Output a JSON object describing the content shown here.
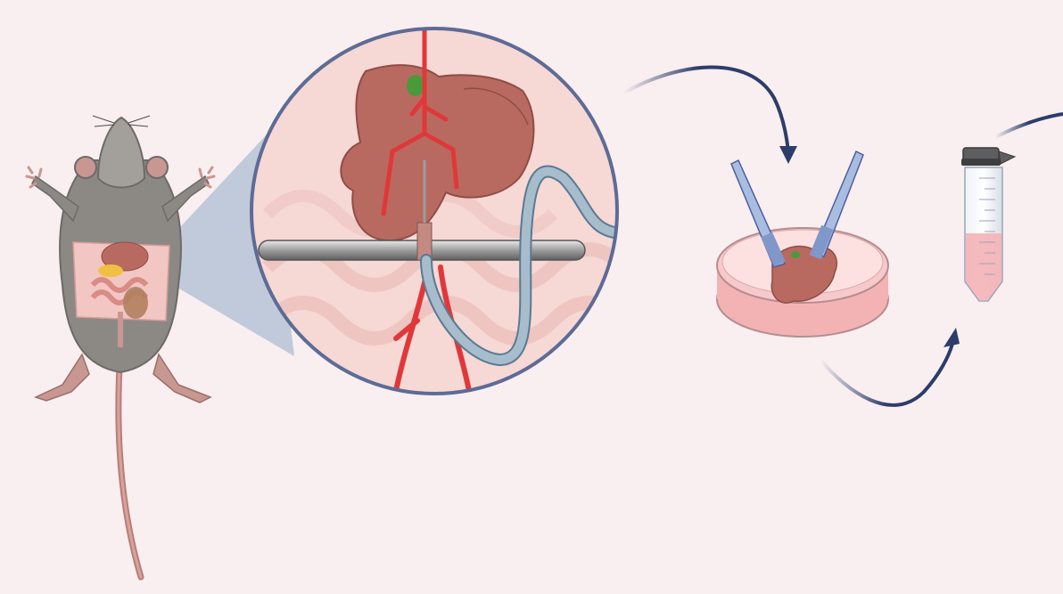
{
  "figure": {
    "panels": [
      {
        "name": "mouse-dissection"
      },
      {
        "name": "liver-perfusion-magnified"
      },
      {
        "name": "tissue-mincing-dish"
      },
      {
        "name": "collection-tube"
      }
    ]
  },
  "colors": {
    "background": "#f9eef0",
    "mouse_fur": "#8c8985",
    "liver": "#b96a60",
    "artery": "#e0383a",
    "gallbladder": "#4a9a3c",
    "tubing": "#a7bdcc",
    "dish_media": "#f3b3b5",
    "arrow": "#2c3d6a",
    "tube_liquid": "#f4b3b6"
  },
  "icons": [
    "mouse-icon",
    "magnifier-lens-icon",
    "cannula-icon",
    "tweezers-icon",
    "petri-dish-icon",
    "conical-tube-icon",
    "curved-arrow-icon"
  ]
}
